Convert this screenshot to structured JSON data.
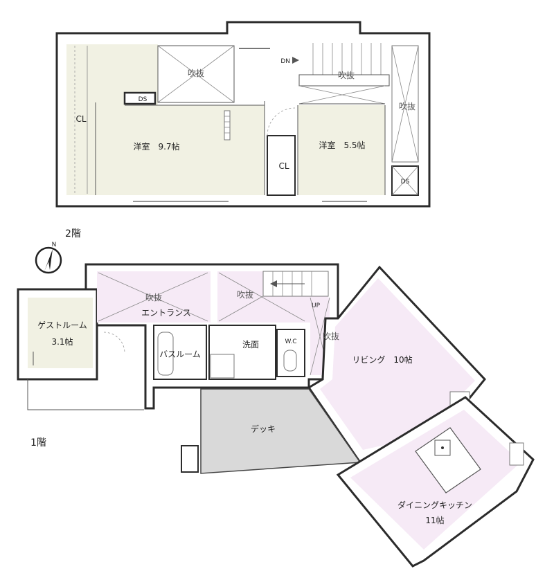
{
  "floor2": {
    "label": "2階",
    "rooms": {
      "bedroom1": "洋室　9.7帖",
      "bedroom2": "洋室　5.5帖",
      "closet_left": "CL",
      "closet_center": "CL",
      "void1": "吹抜",
      "void2": "吹抜",
      "void3": "吹抜",
      "ds1": "DS",
      "ds2": "DS",
      "stairs": "DN"
    }
  },
  "floor1": {
    "label": "1階",
    "rooms": {
      "guest_name": "ゲストルーム",
      "guest_size": "3.1帖",
      "entrance": "エントランス",
      "void1": "吹抜",
      "void2": "吹抜",
      "void3": "吹抜",
      "bath": "バスルーム",
      "washroom": "洗面",
      "wc": "W.C",
      "living": "リビング　10帖",
      "deck": "デッキ",
      "dining_name": "ダイニングキッチン",
      "dining_size": "11帖",
      "stairs": "UP"
    }
  },
  "compass": {
    "label": "N"
  },
  "colors": {
    "beige": "#f1f1e3",
    "pink": "#f6eaf6",
    "deck": "#d9d9d9",
    "wall": "#2b2b2b"
  }
}
